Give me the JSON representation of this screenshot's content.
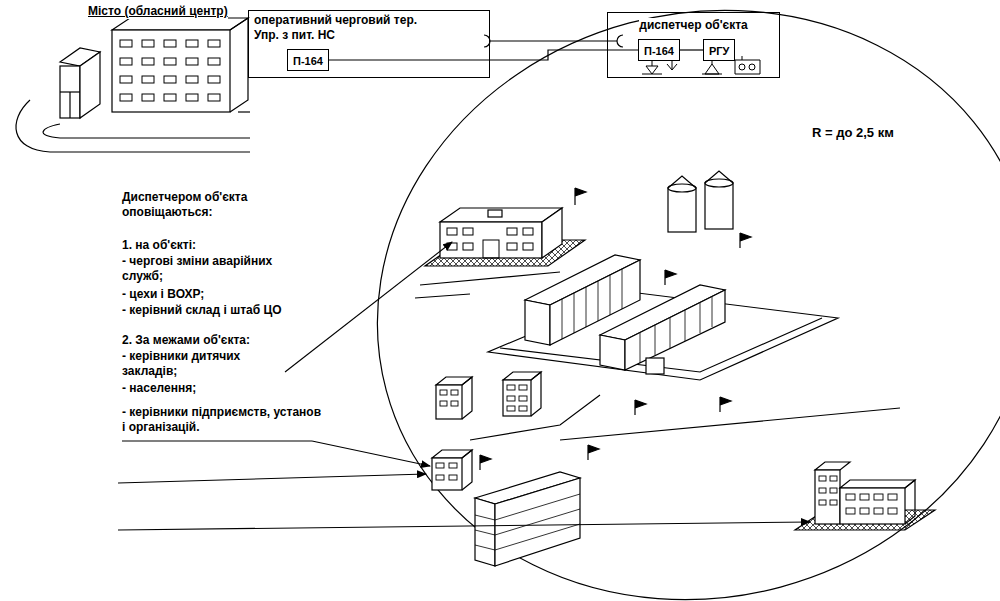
{
  "diagram": {
    "title": "Місто (обласний центр)",
    "nodes": [
      {
        "text": [
          "оперативний черговий тер. Упр. з пит. НС"
        ]
      },
      {
        "text": [
          "П-164"
        ],
        "in": 0
      },
      {
        "text": [
          "диспетчер об'єкта"
        ]
      },
      {
        "text": [
          "П-164"
        ],
        "in": 2
      },
      {
        "text": [
          "РГУ"
        ],
        "in": 2
      }
    ],
    "edges": [
      {
        "from": 1,
        "to": 3,
        "arrow": "none"
      },
      {
        "from": 3,
        "to": 4,
        "arrow": "none"
      }
    ],
    "labels": [
      "R = до 2,5 км",
      "Диспетчером об'єкта оповіщаються:",
      "1. на об'єкті:",
      "- чергові зміни аварійних служб;",
      "- цехи і ВОХР;",
      "- керівний склад і штаб ЦО",
      "2. За межами об'єкта:",
      "- керівники дитячих закладів;",
      "- населення;",
      "- керівники підприємств, установ і організацій."
    ]
  }
}
